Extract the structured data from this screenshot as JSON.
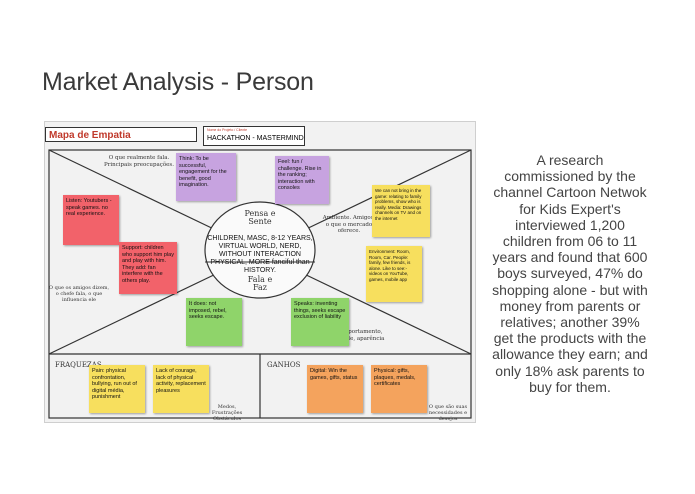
{
  "slide": {
    "title": "Market Analysis - Person",
    "description": "A research commissioned by the channel Cartoon Netwok for Kids Expert's interviewed 1,200 children from 06 to 11 years and found that 600 boys surveyed, 47% do shopping alone - but with money from parents or relatives; another 39% get the products with the allowance they earn; and only 18% ask parents to buy for them."
  },
  "map": {
    "header_title": "Mapa de Empatia",
    "header_box_label": "Nome do Projeto / Cliente",
    "header_box_value": "HACKATHON - MASTERMIND",
    "center_top": "Pensa e Sente",
    "center_bottom": "Fala e Faz",
    "center_text": "CHILDREN, MASC, 8-12 YEARS, VIRTUAL WORLD, NERD, WITHOUT INTERACTION PHYSICAL, MORE fanciful than HISTORY.",
    "sections": {
      "think_feel": "O que realmente fala. Principais preocupações.",
      "environment": "Ambiente. Amigos, o que o mercado oferece.",
      "friends": "O que os amigos dizem, o chefe fala, o que influencia ele",
      "behavior": "Comportamento, atitude, aparência",
      "weaknesses": "FRAQUEZAS",
      "gains": "GANHOS",
      "fears": "Medos, Frustrações Obstáculos",
      "needs": "O que são suas necessidades e desejos"
    },
    "notes": {
      "think": "Think: To be successful, engagement for the benefit, good imagination.",
      "feel": "Feel: fun / challenge. Rise in the ranking; interaction with consoles",
      "listen": "Listen: Youtubers - speak games. no real experience.",
      "support": "Support: children who support him play and play with him. They add: fan interfere with the others play.",
      "cant_bring": "We can not bring in the game: relating to family problems, show who is really. Media: Drawings channels on TV and on the internet",
      "environment": "Environment: Room, Room, Car. People: family, few friends, is alone. Like to see:-videos on YouTube, games, mobile app",
      "does_not": "It does: not imposed, rebel, seeks escape.",
      "speaks": "Speaks: inventing things, seeks escape exclusion of liability",
      "pain": "Pain: physical confrontation, bullying, run out of digital média, punishment",
      "courage": "Lack of courage, lack of physical activity, replacement pleasures",
      "digital": "Digital: Win the games, gifts, status",
      "physical": "Physical: gifts, plaques, medals, certificates"
    }
  },
  "colors": {
    "yellow": "#f7df5e",
    "purple": "#c7a3e0",
    "red": "#f2626a",
    "green": "#8fd46a",
    "orange": "#f4a35d"
  }
}
